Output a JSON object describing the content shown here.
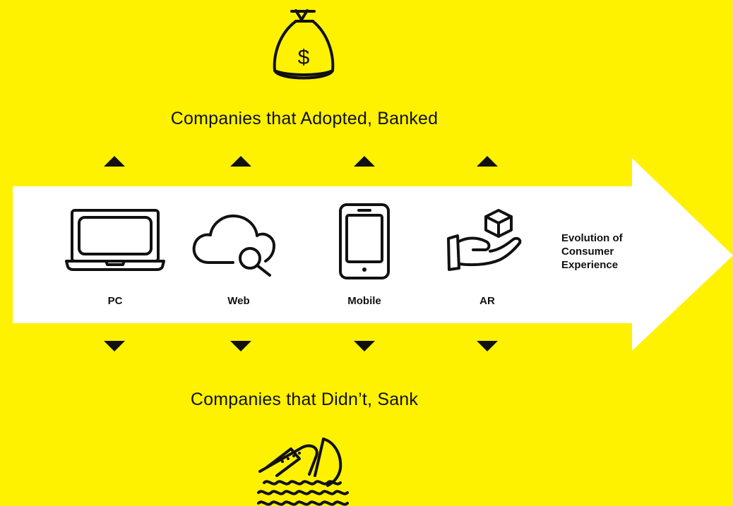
{
  "colors": {
    "background": "#FFF200",
    "arrow": "#FFFFFF",
    "ink": "#111111"
  },
  "headings": {
    "top": "Companies that Adopted, Banked",
    "bottom": "Companies that Didn’t, Sank"
  },
  "stages": [
    {
      "label": "PC",
      "icon": "laptop-icon"
    },
    {
      "label": "Web",
      "icon": "cloud-search-icon"
    },
    {
      "label": "Mobile",
      "icon": "smartphone-icon"
    },
    {
      "label": "AR",
      "icon": "hand-cube-icon"
    }
  ],
  "evolution_label": {
    "line1": "Evolution of",
    "line2": "Consumer",
    "line3": "Experience"
  },
  "icons": {
    "top": "money-bag-icon",
    "bottom": "sinking-ship-icon"
  }
}
